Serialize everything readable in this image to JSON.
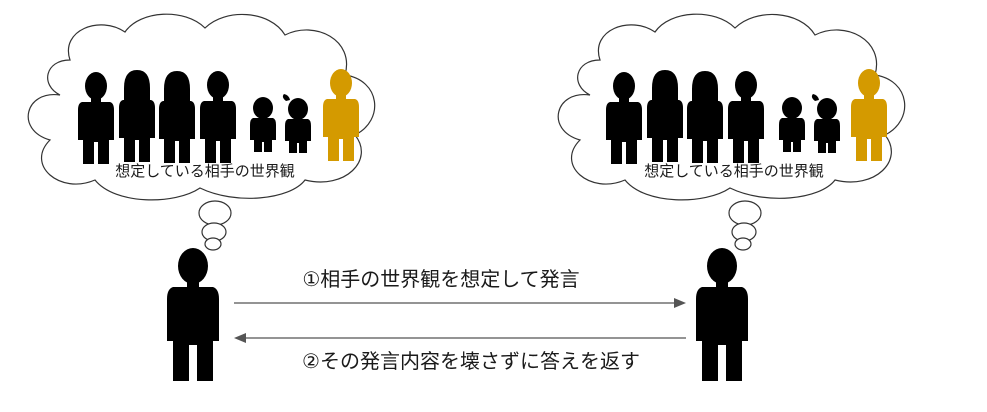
{
  "diagram": {
    "left_cloud": {
      "label": "想定している相手の世界観"
    },
    "right_cloud": {
      "label": "想定している相手の世界観"
    },
    "arrows": {
      "forward_label": "①相手の世界観を想定して発言",
      "back_label": "②その発言内容を壊さずに答えを返す"
    },
    "colors": {
      "silhouette": "#000000",
      "highlight_person": "#d49a00",
      "arrow": "#555555",
      "cloud_stroke": "#333333"
    }
  }
}
